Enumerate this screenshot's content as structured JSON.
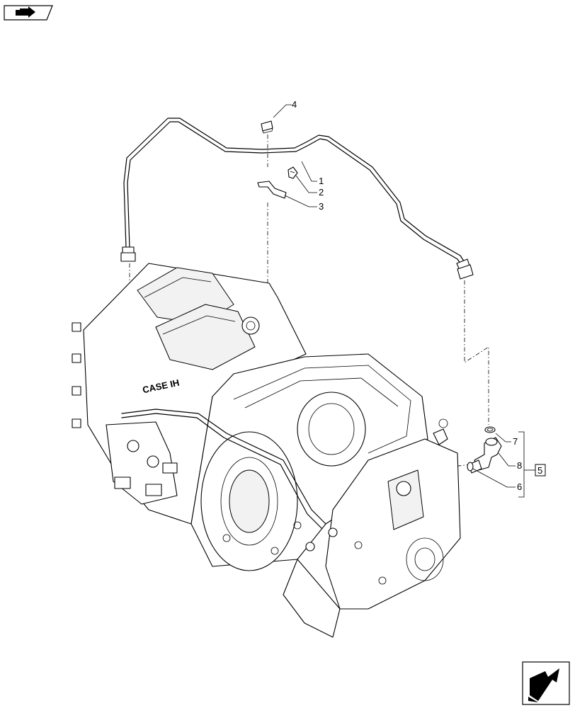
{
  "icons": {
    "top_left": "book-arrow-icon",
    "bottom_right": "navigation-arrow-icon"
  },
  "callouts": [
    {
      "id": "c1",
      "label": "1"
    },
    {
      "id": "c2",
      "label": "2"
    },
    {
      "id": "c3",
      "label": "3"
    },
    {
      "id": "c4",
      "label": "4"
    },
    {
      "id": "c5",
      "label": "5"
    },
    {
      "id": "c6",
      "label": "6"
    },
    {
      "id": "c7",
      "label": "7"
    },
    {
      "id": "c8",
      "label": "8"
    }
  ],
  "housing_marking": "CASE IH"
}
